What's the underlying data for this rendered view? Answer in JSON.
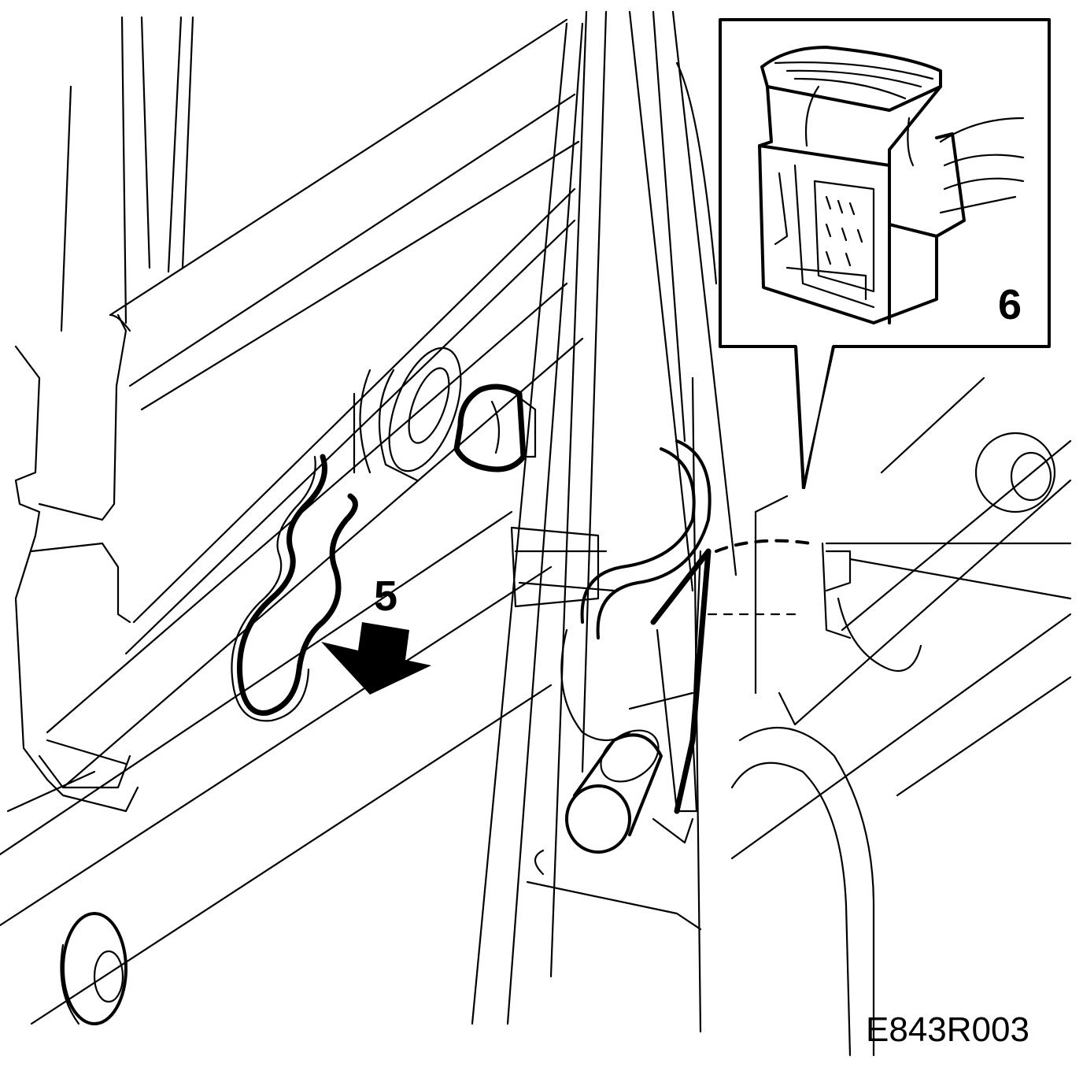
{
  "callouts": {
    "step_5": "5",
    "step_6": "6"
  },
  "figure_reference": "E843R003",
  "colors": {
    "line": "#000000",
    "background": "#ffffff"
  }
}
